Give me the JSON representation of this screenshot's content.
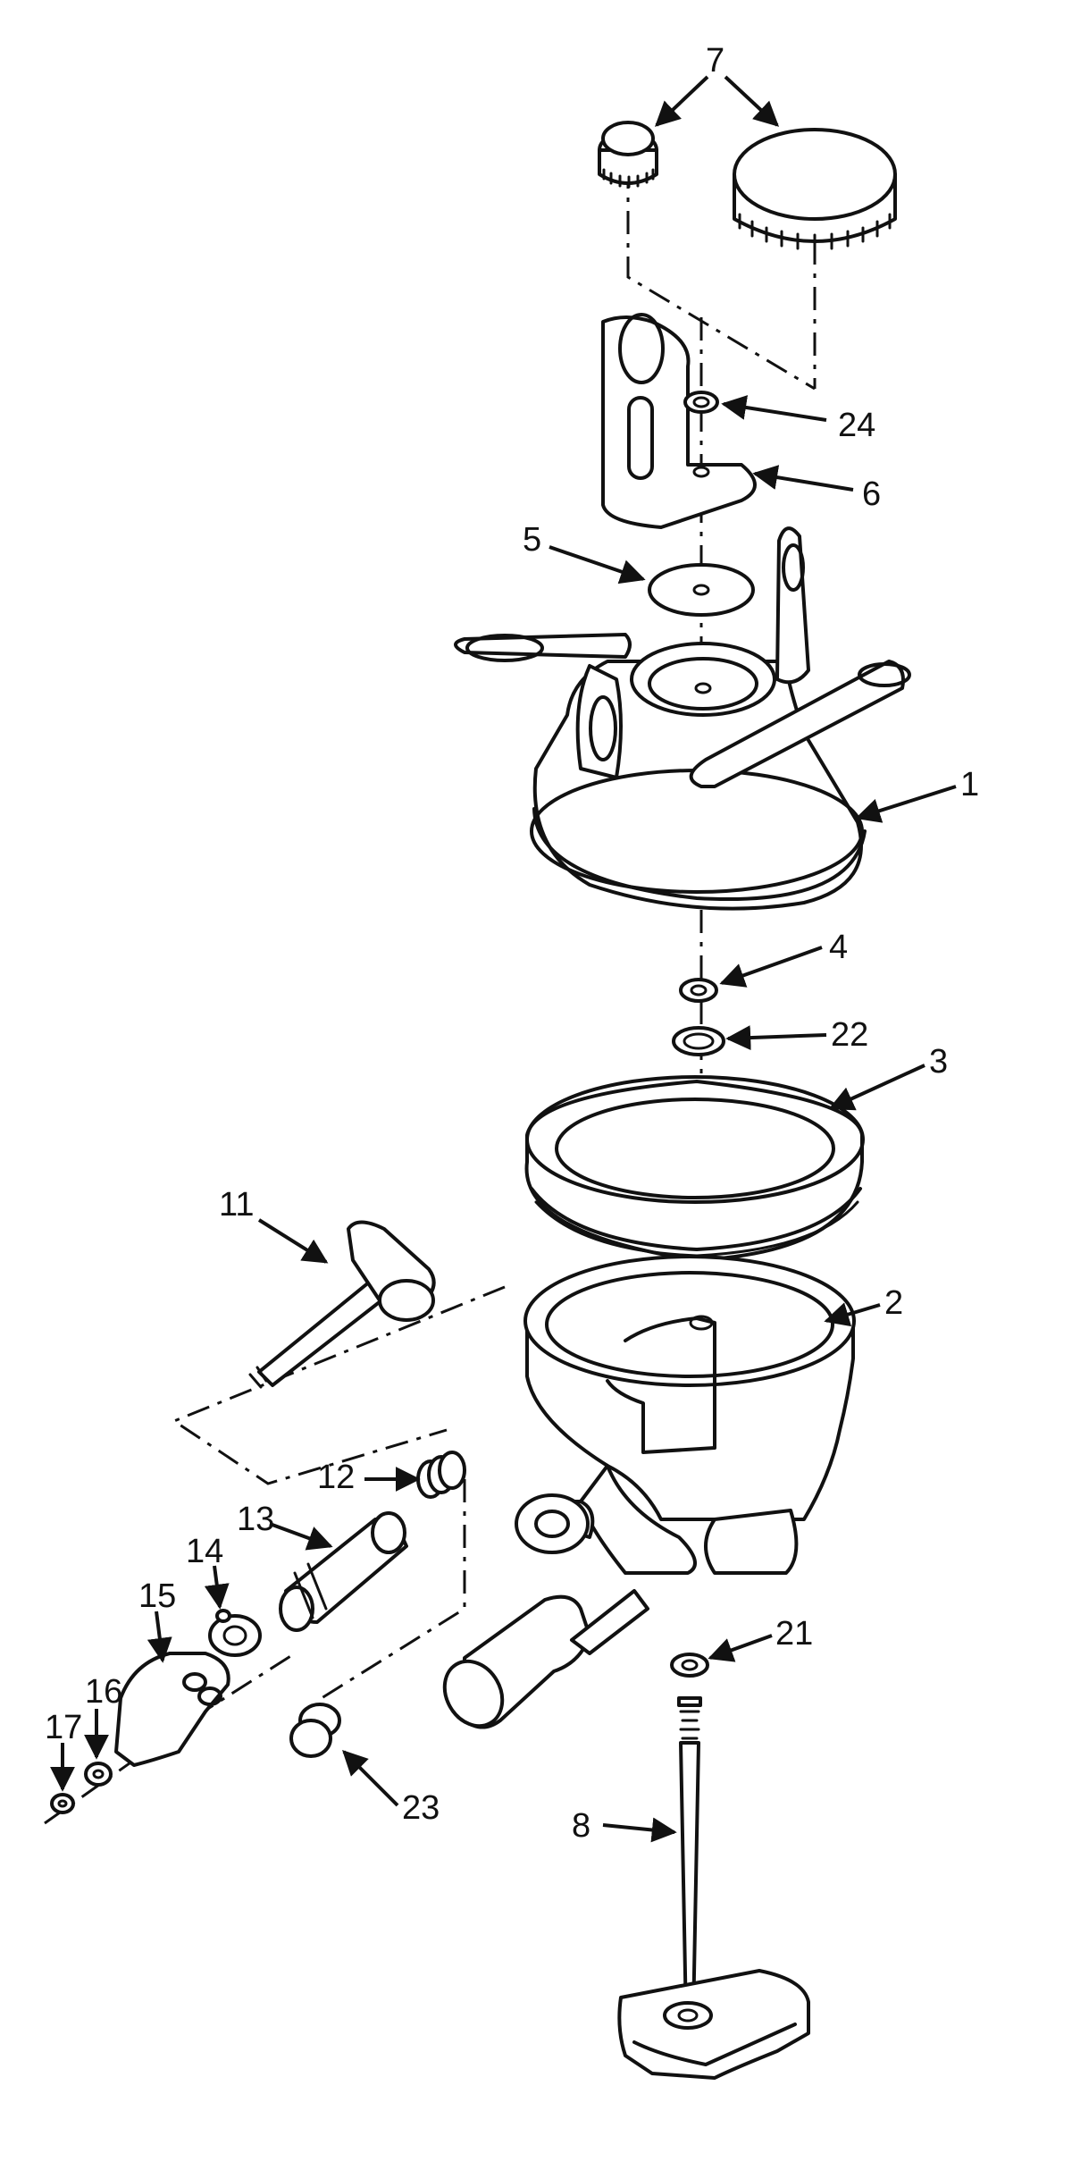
{
  "diagram": {
    "callouts": [
      {
        "id": "c7",
        "text": "7"
      },
      {
        "id": "c24",
        "text": "24"
      },
      {
        "id": "c6",
        "text": "6"
      },
      {
        "id": "c5",
        "text": "5"
      },
      {
        "id": "c1",
        "text": "1"
      },
      {
        "id": "c4",
        "text": "4"
      },
      {
        "id": "c22",
        "text": "22"
      },
      {
        "id": "c3",
        "text": "3"
      },
      {
        "id": "c11",
        "text": "11"
      },
      {
        "id": "c2",
        "text": "2"
      },
      {
        "id": "c12",
        "text": "12"
      },
      {
        "id": "c13",
        "text": "13"
      },
      {
        "id": "c14",
        "text": "14"
      },
      {
        "id": "c15",
        "text": "15"
      },
      {
        "id": "c16",
        "text": "16"
      },
      {
        "id": "c17",
        "text": "17"
      },
      {
        "id": "c21",
        "text": "21"
      },
      {
        "id": "c23",
        "text": "23"
      },
      {
        "id": "c8",
        "text": "8"
      }
    ]
  }
}
